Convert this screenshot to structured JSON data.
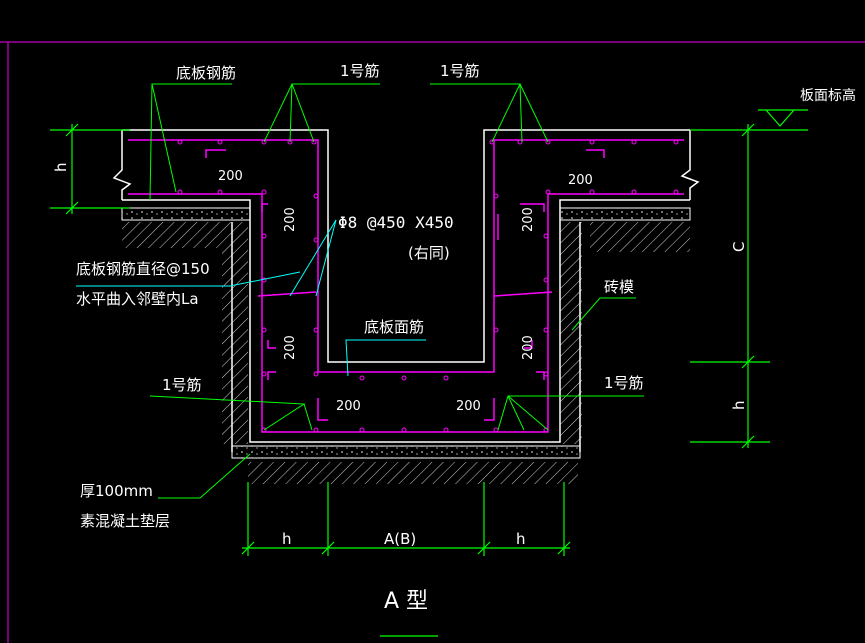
{
  "drawing": {
    "title": "A 型",
    "labels": {
      "bottom_slab_rebar": "底板钢筋",
      "rebar_no1_top_left": "1号筋",
      "rebar_no1_top_right": "1号筋",
      "slab_elevation": "板面标高",
      "stirrup_spec": "Φ8 @450 X450",
      "stirrup_note": "(右同)",
      "bottom_rebar_note_1": "底板钢筋直径@150",
      "bottom_rebar_note_2": "水平曲入邻壁内La",
      "brick_form": "砖模",
      "slab_top_rebar": "底板面筋",
      "rebar_no1_bottom_left": "1号筋",
      "rebar_no1_bottom_right": "1号筋",
      "cushion_1": "厚100mm",
      "cushion_2": "素混凝土垫层"
    },
    "dims": {
      "h_left": "h",
      "c_right": "C",
      "h_right": "h",
      "h_bottom_left": "h",
      "ab_bottom": "A(B)",
      "h_bottom_right": "h",
      "d200_1": "200",
      "d200_2": "200",
      "d200_3": "200",
      "d200_4": "200",
      "d200_5": "200",
      "d200_6": "200",
      "d200_7": "200",
      "d200_8": "200"
    },
    "colors": {
      "background": "#000000",
      "concrete": "#ffffff",
      "rebar": "#ff00ff",
      "leader": "#00ff00",
      "leader_cyan": "#00ffff",
      "dim": "#00ff00",
      "text": "#ffffff",
      "frame": "#a000a0"
    }
  }
}
